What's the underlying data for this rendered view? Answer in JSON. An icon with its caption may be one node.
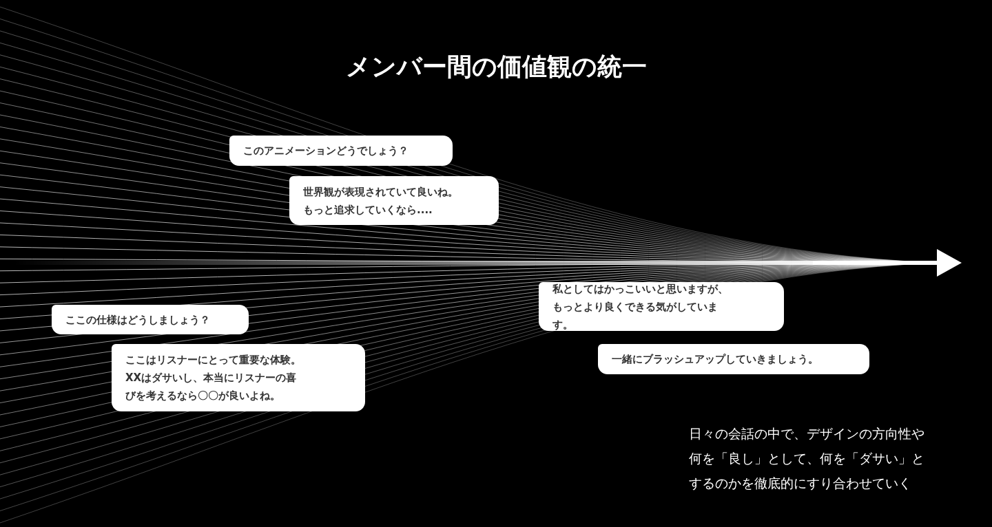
{
  "diagram": {
    "title": "メンバー間の価値観の統一",
    "nodes": [
      {
        "text": [
          "このアニメーションどうでしょう？"
        ]
      },
      {
        "text": [
          "世界観が表現されていて良いね。もっと追求していくなら...."
        ]
      },
      {
        "text": [
          "ここの仕様はどうしましょう？"
        ]
      },
      {
        "text": [
          "ここはリスナーにとって重要な体験。XXはダサいし、本当にリスナーの喜びを考えるなら〇〇が良いよね。"
        ]
      },
      {
        "text": [
          "私としてはかっこいいと思いますが、もっとより良くできる気がしています。"
        ]
      },
      {
        "text": [
          "一緒にブラッシュアップしていきましょう。"
        ]
      }
    ],
    "labels": [
      "日々の会話の中で、デザインの方向性や何を「良し」として、何を「ダサい」とするのかを徹底的にすり合わせていく"
    ]
  }
}
